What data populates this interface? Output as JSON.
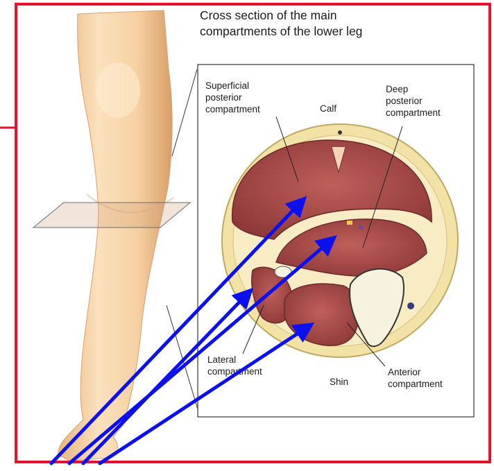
{
  "title": {
    "line1": "Cross section of the main",
    "line2": "compartments of the lower leg"
  },
  "labels": {
    "superficial_posterior": [
      "Superficial",
      "posterior",
      "compartment"
    ],
    "calf": "Calf",
    "deep_posterior": [
      "Deep",
      "posterior",
      "compartment"
    ],
    "lateral": [
      "Lateral",
      "compartment"
    ],
    "shin": "Shin",
    "anterior": [
      "Anterior",
      "compartment"
    ]
  },
  "colors": {
    "frame_border": "#e8102a",
    "arrow": "#0a10f0",
    "muscle": "#b04e4c",
    "fat_ring": "#f2e2a6",
    "skin": "#f3d3a8",
    "bone": "#f7f2df"
  }
}
